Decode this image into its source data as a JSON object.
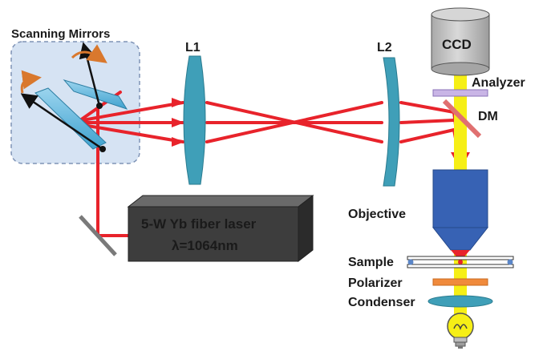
{
  "labels": {
    "scanning_mirrors": "Scanning Mirrors",
    "l1": "L1",
    "l2": "L2",
    "ccd": "CCD",
    "analyzer": "Analyzer",
    "dm": "DM",
    "objective": "Objective",
    "sample": "Sample",
    "polarizer": "Polarizer",
    "condenser": "Condenser",
    "laser_line1": "5-W Yb fiber laser",
    "laser_line2": "λ=1064nm"
  },
  "colors": {
    "beam_red": "#e8232b",
    "beam_yellow": "#f6ef16",
    "lens_teal": "#3f9fb8",
    "mirror_blue": "#55b3d8",
    "objective_blue": "#3762b4",
    "laser_box": "#3d3d3d",
    "ccd_gray": "#bdbdbd",
    "analyzer_purple": "#c9b5e6",
    "polarizer_orange": "#f08a3c",
    "panel_bg": "#d6e3f3",
    "arrow_orange": "#d9782d"
  }
}
